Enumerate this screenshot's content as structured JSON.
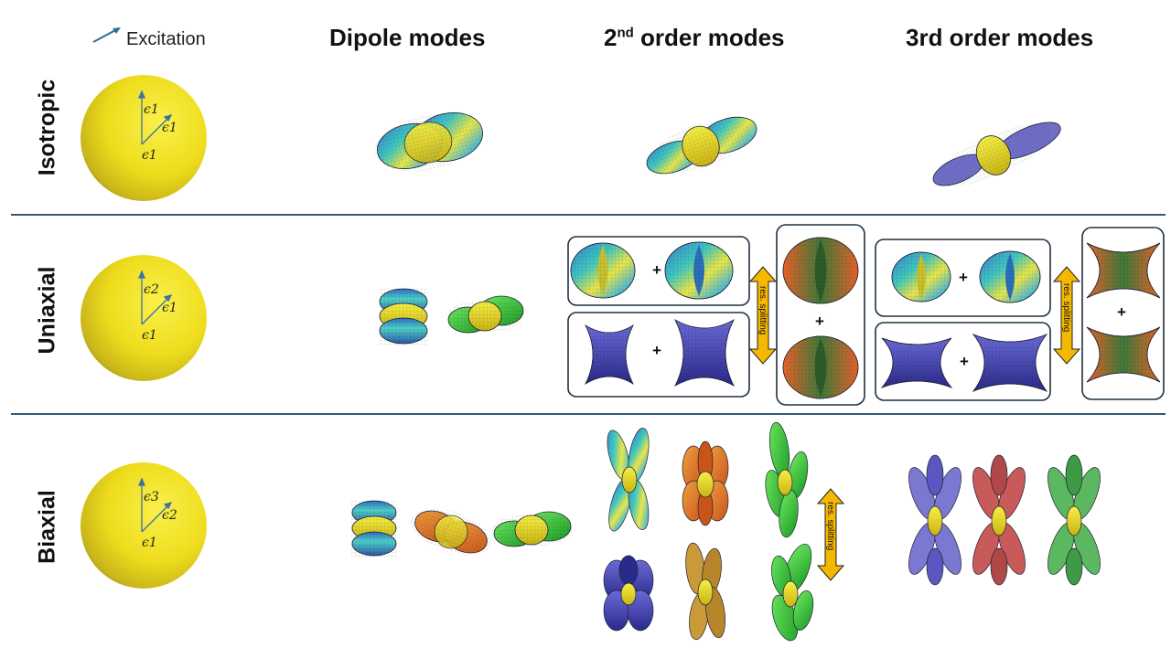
{
  "legend": {
    "excitation": "Excitation"
  },
  "columns": {
    "dipole": "Dipole modes",
    "second_prefix": "2",
    "second_sup": "nd",
    "second_suffix": " order modes",
    "third": "3rd order modes"
  },
  "rows": {
    "isotropic": "Isotropic",
    "uniaxial": "Uniaxial",
    "biaxial": "Biaxial"
  },
  "spheres": {
    "isotropic": [
      "ϵ1",
      "ϵ1",
      "ϵ1"
    ],
    "uniaxial": [
      "ϵ2",
      "ϵ1",
      "ϵ1"
    ],
    "biaxial": [
      "ϵ3",
      "ϵ2",
      "ϵ1"
    ]
  },
  "annotations": {
    "plus": "+",
    "res_splitting": "res. splitting"
  },
  "colors": {
    "separator": "#2f5b7c",
    "arrow": "#f5b800",
    "sphere": "#f0e020",
    "box_border": "#1f3140"
  }
}
